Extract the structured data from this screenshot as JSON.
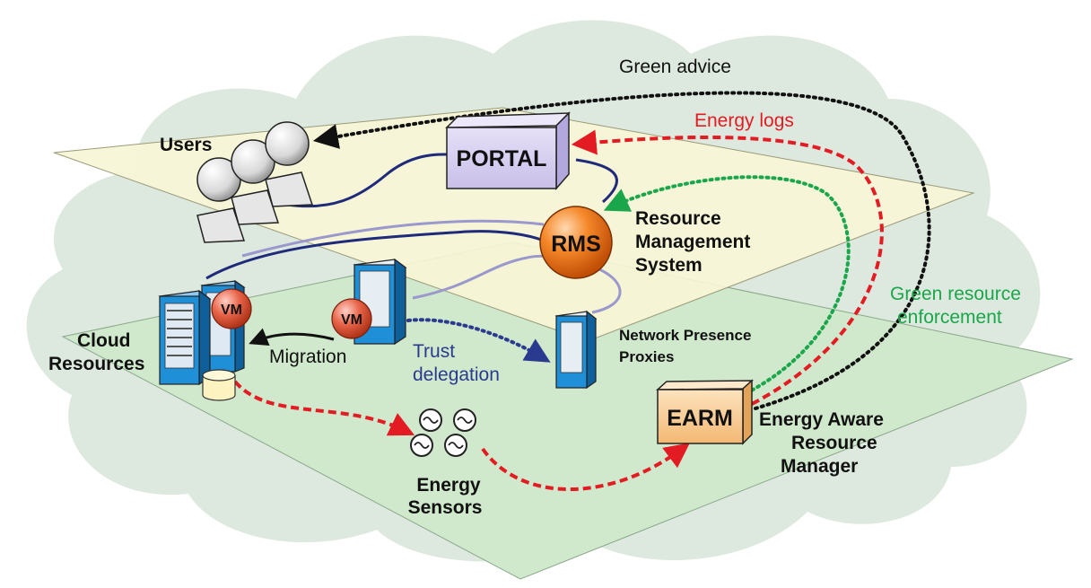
{
  "labels": {
    "green_advice": "Green advice",
    "energy_logs": "Energy logs",
    "users": "Users",
    "portal": "PORTAL",
    "rms": "RMS",
    "rms_name": [
      "Resource",
      "Management",
      "System"
    ],
    "green_enforcement": [
      "Green resource",
      "enforcement"
    ],
    "cloud_resources": [
      "Cloud",
      "Resources"
    ],
    "vm": "VM",
    "migration": "Migration",
    "trust_delegation": [
      "Trust",
      "delegation"
    ],
    "proxies": [
      "Network Presence",
      "Proxies"
    ],
    "earm": "EARM",
    "earm_name": [
      "Energy Aware",
      "Resource",
      "Manager"
    ],
    "energy_sensors": [
      "Energy",
      "Sensors"
    ]
  },
  "colors": {
    "cloud": "#dce9e0",
    "top_plane": "#f6f5d3",
    "bottom_plane": "#cfe7cc",
    "portal_box": "#d6cdf0",
    "earm_box": "#f7c98e",
    "rms_ball": "#f07a18",
    "vm_ball": "#e05a3a",
    "server_blue": "#1f8fd8",
    "link_dark": "#1f2a7a",
    "link_light": "#9a98cc",
    "energy_logs": "#e31b23",
    "green_enforcement": "#1aa64a",
    "green_advice": "#111111",
    "trust": "#2a3a8f"
  },
  "icons": [
    "user-icon",
    "server-icon",
    "sensor-icon",
    "database-icon"
  ]
}
